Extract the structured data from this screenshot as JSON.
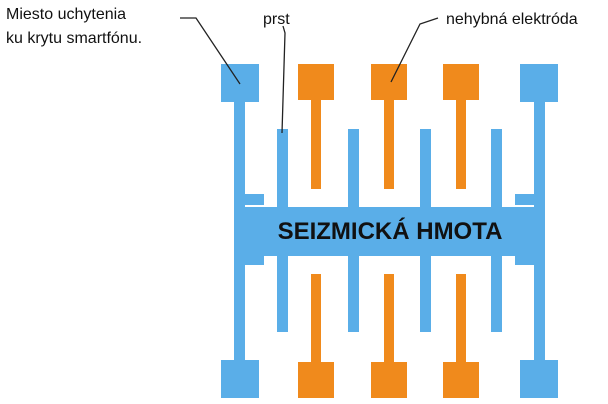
{
  "labels": {
    "anchor_line1": "Miesto uchytenia",
    "anchor_line2": "ku krytu smartfónu.",
    "finger": "prst",
    "fixed_electrode": "nehybná elektróda"
  },
  "mass_label": "SEIZMICKÁ HMOTA",
  "colors": {
    "movable": "#5aaee8",
    "fixed": "#f08a1c",
    "leader": "#222222"
  }
}
